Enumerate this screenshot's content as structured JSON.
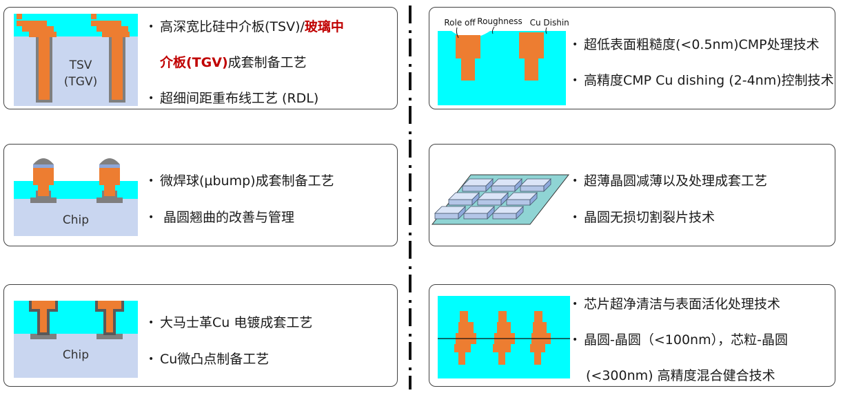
{
  "panels": {
    "tsv": {
      "fig_label_1": "TSV",
      "fig_label_2": "(TGV)",
      "item1_part1": "高深宽比硅中介板(TSV)/",
      "item1_red": "玻璃中",
      "item1_line2_red": "介板(TGV)",
      "item1_line2_tail": "成套制备工艺",
      "item2": "超细间距重布线工艺 (RDL)"
    },
    "bump": {
      "fig_label": "Chip",
      "item1": "微焊球(μbump)成套制备工艺",
      "item2": "晶圆翘曲的改善与管理"
    },
    "damascene": {
      "fig_label": "Chip",
      "item1": "大马士革Cu 电镀成套工艺",
      "item2": "Cu微凸点制备工艺"
    },
    "cmp": {
      "label_role_off": "Role off",
      "label_roughness": "Roughness",
      "label_cu_dishing": "Cu Dishing",
      "item1": "超低表面粗糙度(<0.5nm)CMP处理技术",
      "item2": "高精度CMP Cu dishing (2-4nm)控制技术"
    },
    "thinning": {
      "item1": "超薄晶圆减薄以及处理成套工艺",
      "item2": "晶圆无损切割裂片技术"
    },
    "bonding": {
      "item1": "芯片超净清洁与表面活化处理技术",
      "item2_line1": "晶圆-晶圆（<100nm），芯粒-晶圆",
      "item2_line2": "(<300nm) 高精度混合健合技术"
    }
  },
  "bullet_char": "•",
  "colors": {
    "cyan": "#00ffff",
    "copper": "#ed7d31",
    "copper_dark": "#b5561e",
    "substrate": "#c9d6f0",
    "grey": "#7f7f7f",
    "red": "#c00000"
  }
}
